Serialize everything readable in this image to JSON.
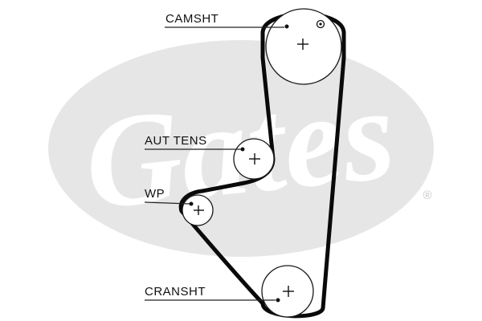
{
  "labels": {
    "camshaft": "CAMSHT",
    "tensioner": "AUT TENS",
    "water_pump": "WP",
    "crankshaft": "CRANSHT"
  },
  "logo": {
    "text": "Gates",
    "registered_mark": "®"
  },
  "colors": {
    "watermark": "#e6e6e6",
    "belt": "#0a0a0a",
    "line": "#222222",
    "text": "#111111"
  }
}
